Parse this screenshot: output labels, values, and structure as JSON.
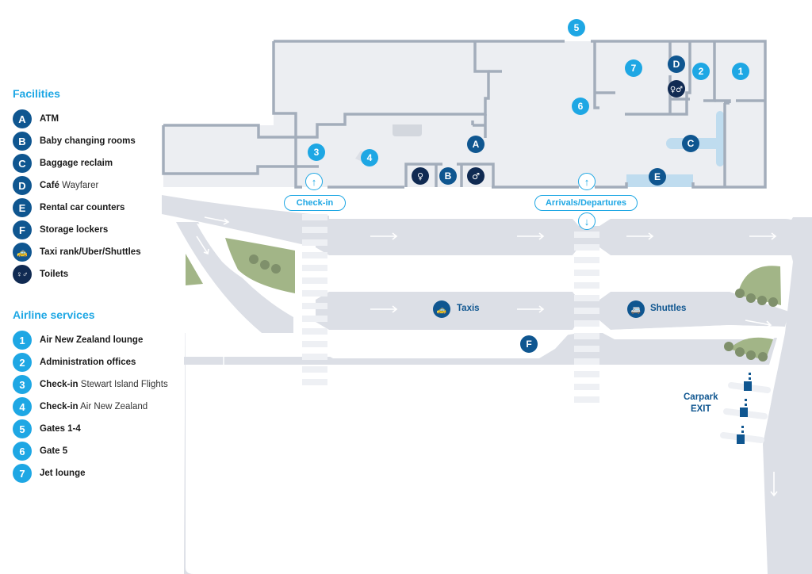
{
  "facilities": {
    "title": "Facilities",
    "items": [
      {
        "key": "A",
        "icon": "letter-badge",
        "bold": "ATM",
        "rest": ""
      },
      {
        "key": "B",
        "icon": "letter-badge",
        "bold": "Baby changing rooms",
        "rest": ""
      },
      {
        "key": "C",
        "icon": "letter-badge",
        "bold": "Baggage reclaim",
        "rest": ""
      },
      {
        "key": "D",
        "icon": "letter-badge",
        "bold": "Café",
        "rest": "Wayfarer"
      },
      {
        "key": "E",
        "icon": "letter-badge",
        "bold": "Rental car counters",
        "rest": ""
      },
      {
        "key": "F",
        "icon": "letter-badge",
        "bold": "Storage lockers",
        "rest": ""
      },
      {
        "key": "",
        "icon": "taxi-icon",
        "bold": "Taxi rank/Uber/Shuttles",
        "rest": ""
      },
      {
        "key": "",
        "icon": "toilets-icon",
        "bold": "Toilets",
        "rest": ""
      }
    ]
  },
  "airline_services": {
    "title": "Airline services",
    "items": [
      {
        "key": "1",
        "bold": "Air New Zealand lounge",
        "rest": ""
      },
      {
        "key": "2",
        "bold": "Administration offices",
        "rest": ""
      },
      {
        "key": "3",
        "bold": "Check-in",
        "rest": "Stewart Island Flights"
      },
      {
        "key": "4",
        "bold": "Check-in",
        "rest": "Air New Zealand"
      },
      {
        "key": "5",
        "bold": "Gates 1-4",
        "rest": ""
      },
      {
        "key": "6",
        "bold": "Gate 5",
        "rest": ""
      },
      {
        "key": "7",
        "bold": "Jet lounge",
        "rest": ""
      }
    ]
  },
  "map": {
    "pins": {
      "p1": "1",
      "p2": "2",
      "p3": "3",
      "p4": "4",
      "p5": "5",
      "p6": "6",
      "p7": "7",
      "pA": "A",
      "pB": "B",
      "pC": "C",
      "pD": "D",
      "pE": "E",
      "pF": "F"
    },
    "checkin_label": "Check-in",
    "arrivals_label": "Arrivals/Departures",
    "taxis_label": "Taxis",
    "shuttles_label": "Shuttles",
    "carpark_exit_line1": "Carpark",
    "carpark_exit_line2": "EXIT",
    "arrow_up": "↑",
    "arrow_down": "↓"
  },
  "colors": {
    "airline_blue": "#1ea7e4",
    "facility_blue": "#0f5690",
    "toilet_navy": "#102a52",
    "road_grey": "#dcdfe6",
    "building_fill": "#eceef2",
    "wall_grey": "#a3adbb",
    "grass_green": "#a2b587",
    "tree_green": "#7f906b",
    "reclaim_blue": "#bfdcef"
  }
}
